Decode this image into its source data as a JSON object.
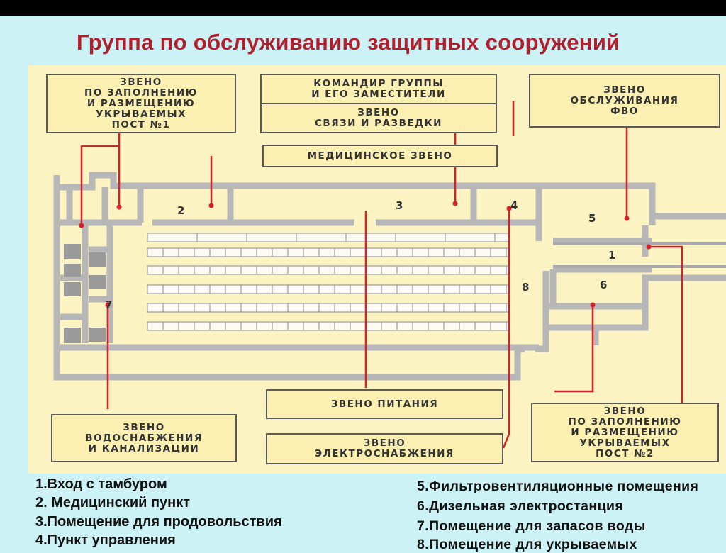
{
  "title": "Группа по обслуживанию защитных сооружений",
  "colors": {
    "title": "#b01f2d",
    "background": "#ccf2f6",
    "plan_background": "#fbf3c2",
    "box_fill": "#fbf0b2",
    "wall": "#b7b7b7",
    "connector": "#d6202a"
  },
  "boxes": {
    "fill_post1": [
      "ЗВЕНО",
      "ПО ЗАПОЛНЕНИЮ",
      "И РАЗМЕЩЕНИЮ",
      "УКРЫВАЕМЫХ",
      "ПОСТ №1"
    ],
    "commander": [
      "КОМАНДИР ГРУППЫ",
      "И ЕГО ЗАМЕСТИТЕЛИ"
    ],
    "comms": [
      "ЗВЕНО",
      "СВЯЗИ И РАЗВЕДКИ"
    ],
    "fvo": [
      "ЗВЕНО",
      "ОБСЛУЖИВАНИЯ",
      "ФВО"
    ],
    "medical": [
      "МЕДИЦИНСКОЕ ЗВЕНО"
    ],
    "food": [
      "ЗВЕНО ПИТАНИЯ"
    ],
    "power": [
      "ЗВЕНО",
      "ЭЛЕКТРОСНАБЖЕНИЯ"
    ],
    "water": [
      "ЗВЕНО",
      "ВОДОСНАБЖЕНИЯ",
      "И КАНАЛИЗАЦИИ"
    ],
    "fill_post2": [
      "ЗВЕНО",
      "ПО ЗАПОЛНЕНИЮ",
      "И РАЗМЕЩЕНИЮ",
      "УКРЫВАЕМЫХ",
      "ПОСТ №2"
    ]
  },
  "rooms": {
    "r1": "1",
    "r2": "2",
    "r3": "3",
    "r4": "4",
    "r5": "5",
    "r6": "6",
    "r7": "7",
    "r8": "8"
  },
  "legend": {
    "left": [
      "1.Вход с тамбуром",
      "2. Медицинский пункт",
      "3.Помещение для продовольствия",
      "4.Пункт управления"
    ],
    "right": [
      "5.Фильтровентиляционные помещения",
      "6.Дизельная электростанция",
      "7.Помещение для запасов воды",
      "8.Помещение для укрываемых"
    ]
  }
}
